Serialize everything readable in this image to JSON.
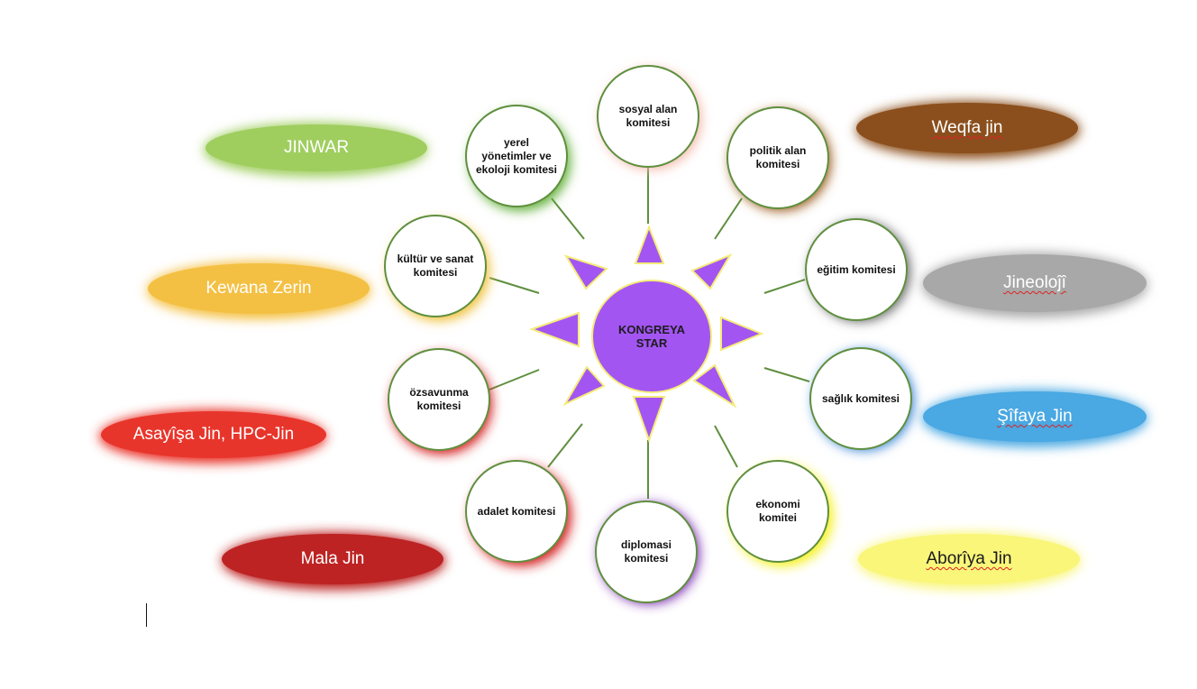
{
  "center": {
    "label": "KONGREYA STAR",
    "color": "#a355f2"
  },
  "committees": [
    {
      "id": "sosyal",
      "label": "sosyal alan komitesi",
      "glow": "#f2b8a8"
    },
    {
      "id": "politik",
      "label": "politik alan komitesi",
      "glow": "#9a5a1e"
    },
    {
      "id": "egitim",
      "label": "eğitim komitesi",
      "glow": "#6c6c6c"
    },
    {
      "id": "saglik",
      "label": "sağlık komitesi",
      "glow": "#3d86d6"
    },
    {
      "id": "ekonomi",
      "label": "ekonomi komitei",
      "glow": "#f5f11e"
    },
    {
      "id": "diplomasi",
      "label": "diplomasi komitesi",
      "glow": "#7a2fb0"
    },
    {
      "id": "adalet",
      "label": "adalet komitesi",
      "glow": "#d42020"
    },
    {
      "id": "ozsavunma",
      "label": "özsavunma komitesi",
      "glow": "#d42020"
    },
    {
      "id": "kultur",
      "label": "kültür ve sanat komitesi",
      "glow": "#f0c13a"
    },
    {
      "id": "yerel",
      "label": "yerel yönetimler ve ekoloji komitesi",
      "glow": "#63b03a"
    }
  ],
  "organizations": [
    {
      "id": "jinwar",
      "label": "JINWAR",
      "color": "#9fce5f",
      "text_color": "#ffffff"
    },
    {
      "id": "kewana",
      "label": "Kewana Zerin",
      "color": "#f4c043",
      "text_color": "#ffffff"
    },
    {
      "id": "asayisa",
      "label": "Asayîşa Jin, HPC-Jin",
      "color": "#e8352b",
      "text_color": "#ffffff"
    },
    {
      "id": "mala",
      "label": "Mala Jin",
      "color": "#bd2323",
      "text_color": "#ffffff"
    },
    {
      "id": "weqfa",
      "label": "Weqfa jin",
      "color": "#8b4f1d",
      "text_color": "#ffffff"
    },
    {
      "id": "jineoloji",
      "label": "Jineoloĵî",
      "color": "#a8a8a8",
      "text_color": "#ffffff"
    },
    {
      "id": "sifaya",
      "label": "Şîfaya Jin",
      "color": "#4aa8e2",
      "text_color": "#ffffff"
    },
    {
      "id": "aboriya",
      "label": "Aborîya Jin",
      "color": "#f9f67a",
      "text_color": "#1a1a1a"
    }
  ]
}
